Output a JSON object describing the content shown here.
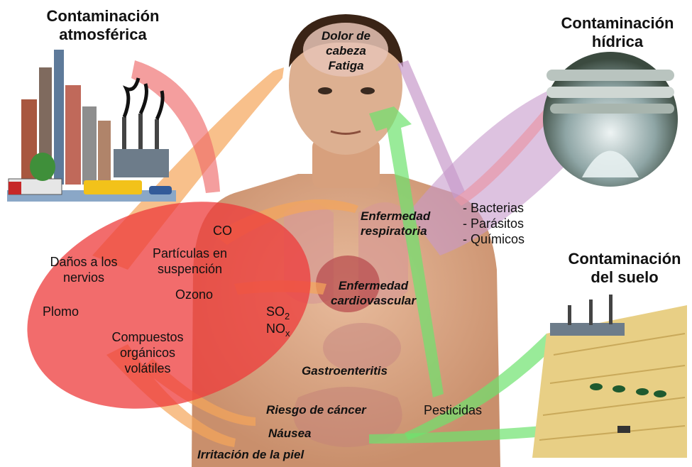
{
  "sources": {
    "air": {
      "line1": "Contaminación",
      "line2": "atmosférica"
    },
    "water": {
      "line1": "Contaminación",
      "line2": "hídrica"
    },
    "soil": {
      "line1": "Contaminación",
      "line2": "del suelo"
    }
  },
  "air_pollutants": {
    "co": "CO",
    "particles_1": "Partículas en",
    "particles_2": "suspención",
    "ozone": "Ozono",
    "so2_base": "SO",
    "so2_sub": "2",
    "nox_base": "NO",
    "nox_sub": "x",
    "nerve_1": "Daños a los",
    "nerve_2": "nervios",
    "lead": "Plomo",
    "voc_1": "Compuestos",
    "voc_2": "orgánicos",
    "voc_3": "volátiles"
  },
  "water_pollutants": [
    "- Bacterias",
    "- Parásitos",
    "- Químicos"
  ],
  "soil_pollutants": {
    "pesticides": "Pesticidas"
  },
  "health_effects": {
    "headache_1": "Dolor de",
    "headache_2": "cabeza",
    "fatigue": "Fatiga",
    "respiratory_1": "Enfermedad",
    "respiratory_2": "respiratoria",
    "cardio_1": "Enfermedad",
    "cardio_2": "cardiovascular",
    "gastro": "Gastroenteritis",
    "cancer": "Riesgo de cáncer",
    "nausea": "Náusea",
    "skin": "Irritación de la piel"
  },
  "colors": {
    "air": "#ee3b3b",
    "air_arrow": "#f5a55a",
    "water": "#c79acb",
    "soil": "#6ee36e"
  }
}
